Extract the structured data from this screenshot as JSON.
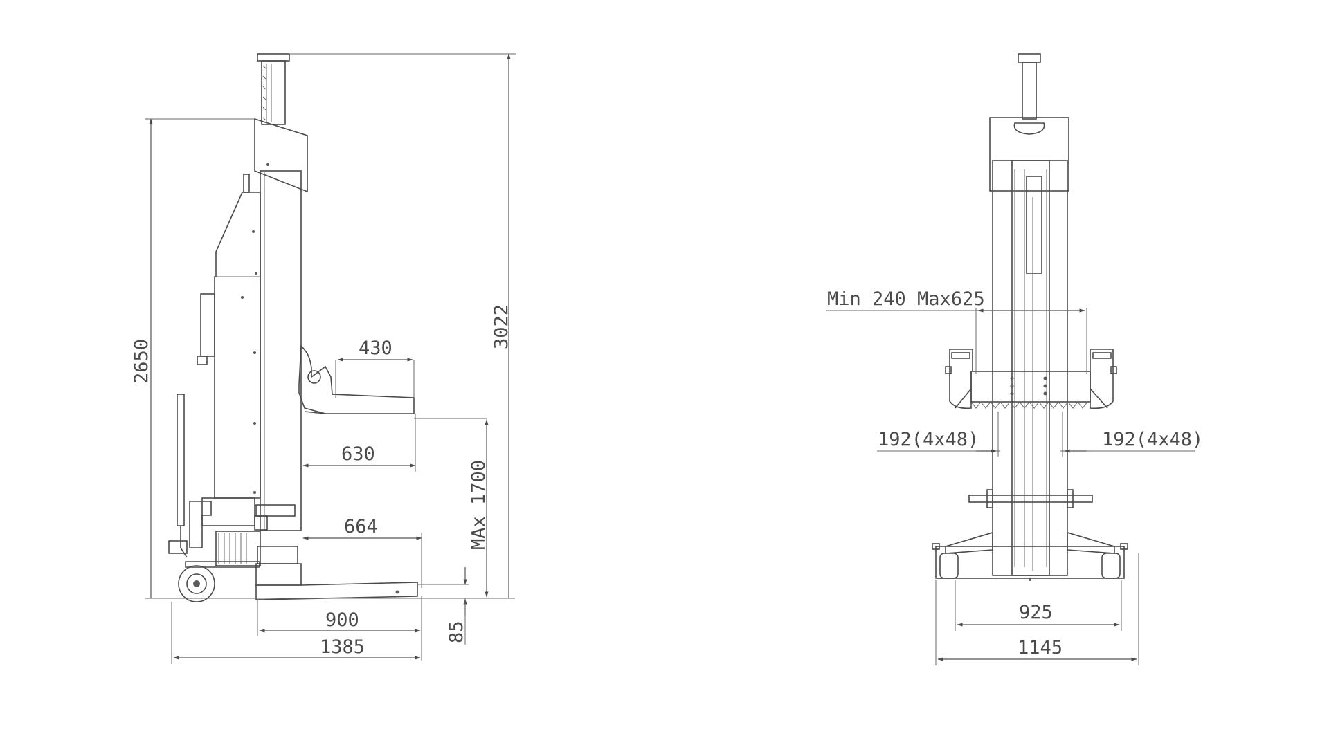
{
  "side_view": {
    "dims": {
      "total_height": "3022",
      "column_height": "2650",
      "fork_length": "430",
      "fork_reach": "630",
      "max_lift": "MAx 1700",
      "base_reach": "664",
      "base_length": "900",
      "overall_length": "1385",
      "ground_clearance": "85"
    }
  },
  "front_view": {
    "dims": {
      "fork_span": "Min 240 Max625",
      "fork_adjust_left": "192(4x48)",
      "fork_adjust_right": "192(4x48)",
      "wheel_track": "925",
      "overall_width": "1145"
    }
  },
  "colors": {
    "line": "#4a4a4a",
    "background": "#ffffff"
  }
}
